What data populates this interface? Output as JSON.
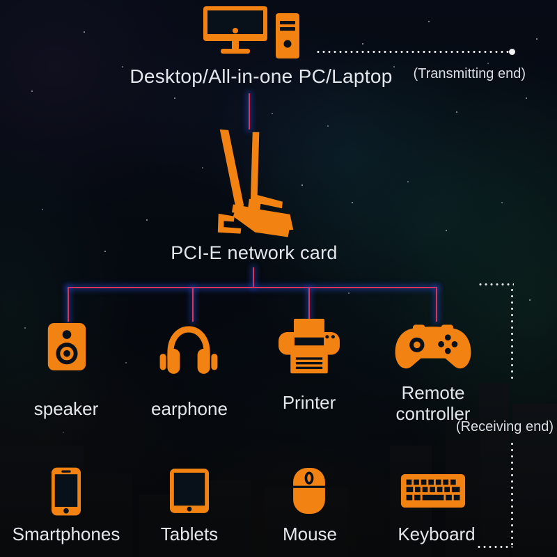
{
  "colors": {
    "accent_orange": "#F28211",
    "connector_red": "#DC3457",
    "connector_glow_blue": "#2B4BD8",
    "dotted_line": "#ECECEC",
    "text": "#E3E7EC",
    "background": "#060B15"
  },
  "top": {
    "device_label": "Desktop/All-in-one PC/Laptop",
    "end_label": "(Transmitting end)",
    "icon": "desktop-pc-and-tower-icon"
  },
  "hub": {
    "label": "PCI-E network card",
    "icon": "pcie-network-card-icon"
  },
  "row1": [
    {
      "label": "speaker",
      "icon": "speaker-icon"
    },
    {
      "label": "earphone",
      "icon": "headphones-icon"
    },
    {
      "label": "Printer",
      "icon": "printer-icon"
    },
    {
      "label": "Remote controller",
      "icon": "game-controller-icon"
    }
  ],
  "receiving_end_label": "(Receiving end)",
  "row2": [
    {
      "label": "Smartphones",
      "icon": "smartphone-icon"
    },
    {
      "label": "Tablets",
      "icon": "tablet-icon"
    },
    {
      "label": "Mouse",
      "icon": "mouse-icon"
    },
    {
      "label": "Keyboard",
      "icon": "keyboard-icon"
    }
  ]
}
